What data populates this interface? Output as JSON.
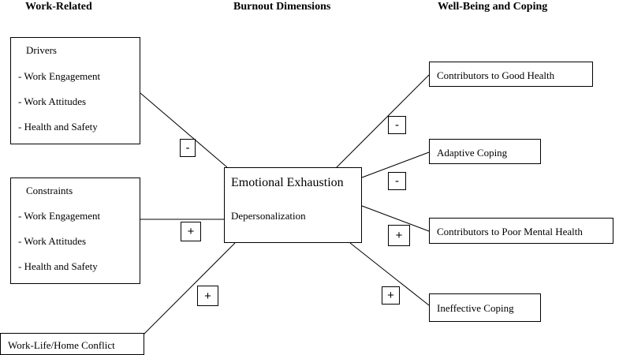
{
  "headers": {
    "work_related": "Work-Related",
    "burnout_dimensions": "Burnout Dimensions",
    "well_being": "Well-Being and Coping"
  },
  "drivers": {
    "title": "Drivers",
    "items": [
      "- Work Engagement",
      "- Work Attitudes",
      "- Health and Safety"
    ]
  },
  "constraints": {
    "title": "Constraints",
    "items": [
      "- Work Engagement",
      "- Work Attitudes",
      "- Health and Safety"
    ]
  },
  "conflict": {
    "label": "Work-Life/Home Conflict"
  },
  "center": {
    "line1": "Emotional Exhaustion",
    "line2": "Depersonalization"
  },
  "outcomes": {
    "good_health": "Contributors to Good Health",
    "adaptive": "Adaptive Coping",
    "poor_mental": "Contributors to Poor Mental Health",
    "ineffective": "Ineffective Coping"
  },
  "signs": {
    "drivers": "-",
    "constraints": "+",
    "conflict": "+",
    "good_health": "-",
    "adaptive": "-",
    "poor_mental": "+",
    "ineffective": "+"
  }
}
